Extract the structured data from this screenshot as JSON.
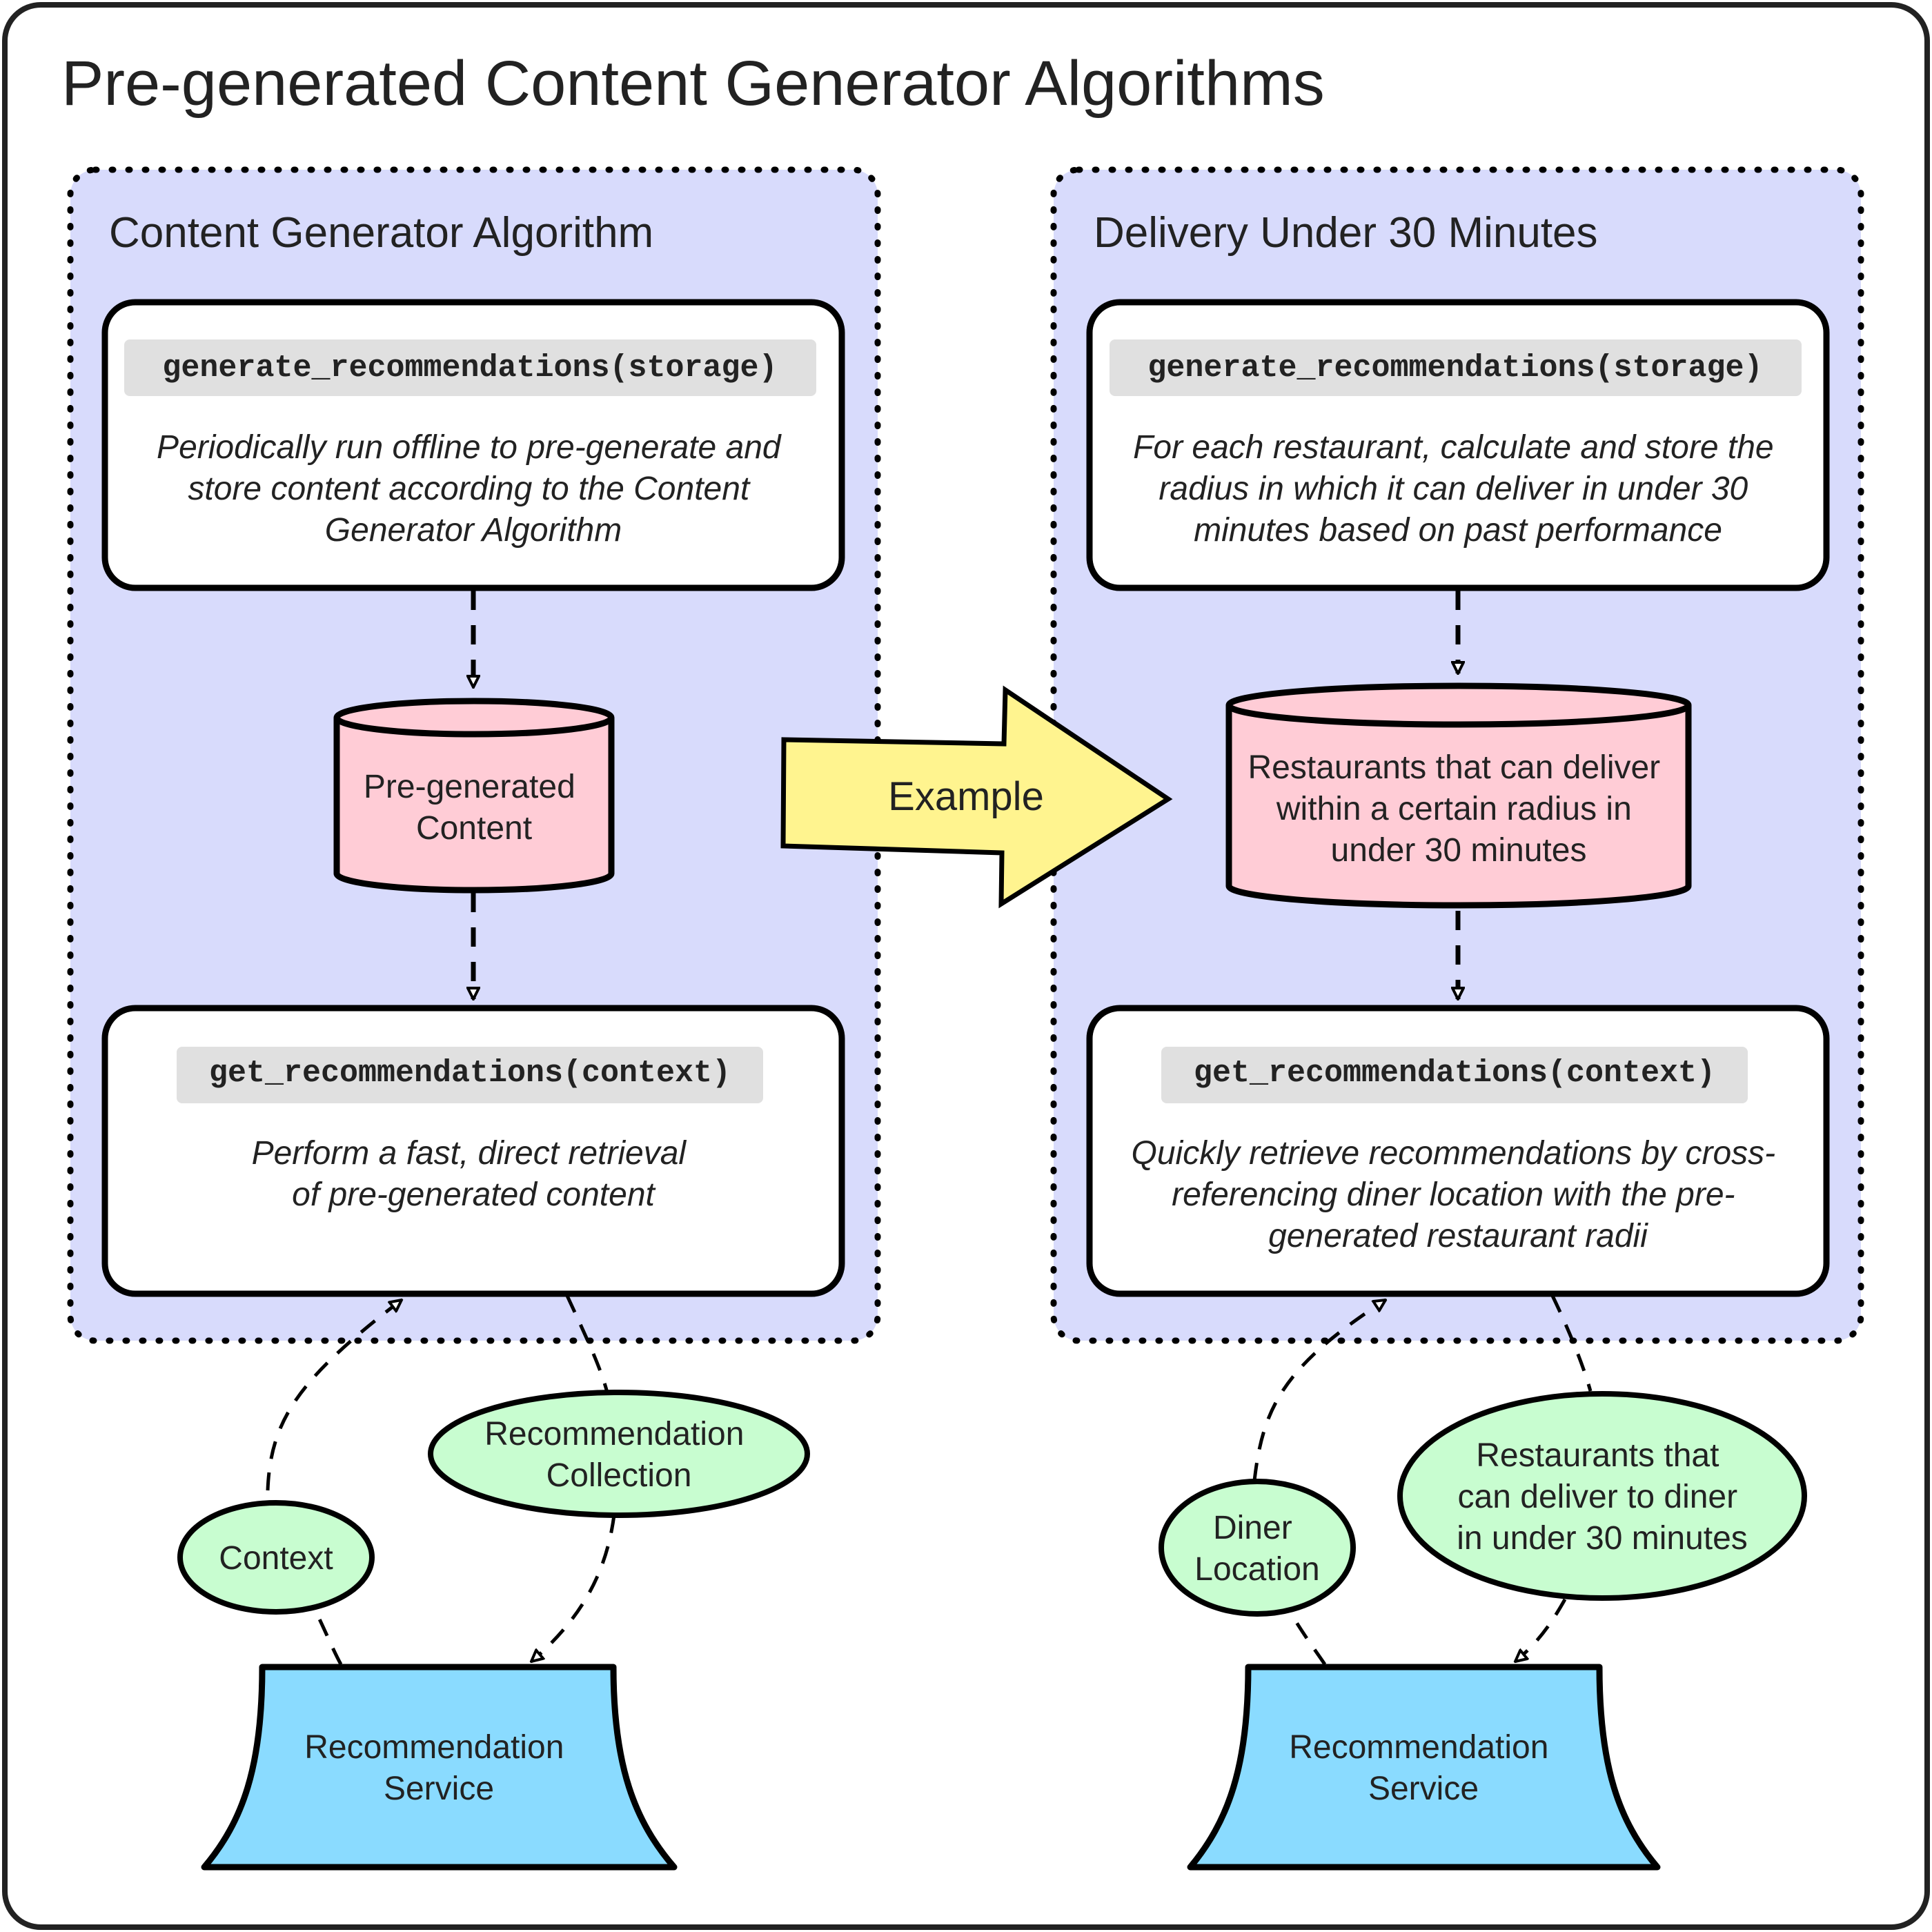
{
  "title": "Pre-generated Content Generator Algorithms",
  "colors": {
    "panel_fill": "#d8dbfc",
    "box_fill": "#ffffff",
    "code_bg": "#e0e0e0",
    "cylinder_fill": "#ffccd6",
    "arrow_fill": "#fff48f",
    "ellipse_fill": "#c8fdd0",
    "service_fill": "#8adbff",
    "stroke": "#000000",
    "text": "#222222"
  },
  "example_arrow": {
    "label": "Example"
  },
  "panels": [
    {
      "heading": "Content Generator Algorithm",
      "generate": {
        "code": "generate_recommendations(storage)",
        "description": [
          "Periodically run offline to pre-generate and",
          "store content according to the Content",
          "Generator Algorithm"
        ]
      },
      "storage": {
        "lines": [
          "Pre-generated",
          "Content"
        ]
      },
      "get": {
        "code": "get_recommendations(context)",
        "description": [
          "Perform a fast, direct retrieval",
          "of pre-generated content"
        ]
      },
      "input_ellipse": {
        "lines": [
          "Context"
        ]
      },
      "output_ellipse": {
        "lines": [
          "Recommendation",
          "Collection"
        ]
      },
      "service": {
        "lines": [
          "Recommendation",
          "Service"
        ]
      }
    },
    {
      "heading": "Delivery Under 30 Minutes",
      "generate": {
        "code": "generate_recommendations(storage)",
        "description": [
          "For each restaurant, calculate and store the",
          "radius in which it can deliver in under 30",
          "minutes based on past performance"
        ]
      },
      "storage": {
        "lines": [
          "Restaurants that can deliver",
          "within a certain radius in",
          "under 30 minutes"
        ]
      },
      "get": {
        "code": "get_recommendations(context)",
        "description": [
          "Quickly retrieve recommendations by cross-",
          "referencing diner location with the pre-",
          "generated restaurant radii"
        ]
      },
      "input_ellipse": {
        "lines": [
          "Diner",
          "Location"
        ]
      },
      "output_ellipse": {
        "lines": [
          "Restaurants that",
          "can deliver to diner",
          "in under 30 minutes"
        ]
      },
      "service": {
        "lines": [
          "Recommendation",
          "Service"
        ]
      }
    }
  ]
}
